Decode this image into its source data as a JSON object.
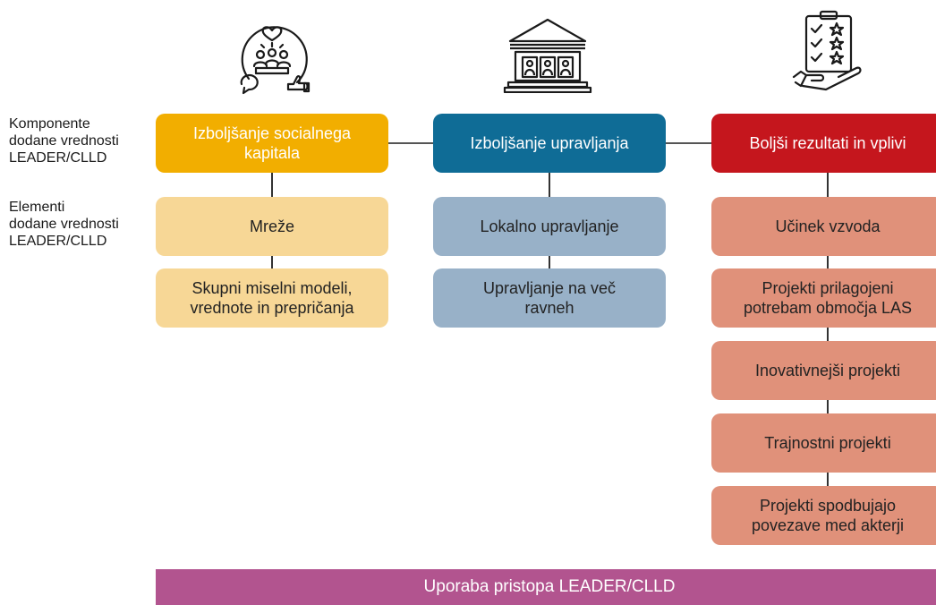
{
  "row_labels": {
    "components": "Komponente\ndodane vrednosti\nLEADER/CLLD",
    "elements": "Elementi\ndodane vrednosti\nLEADER/CLLD"
  },
  "columns": [
    {
      "header": "Izboljšanje socialnega\nkapitala",
      "color": "#f2ae00",
      "element_color": "#f7d796",
      "icon": "social-community-icon",
      "elements": [
        "Mreže",
        "Skupni miselni modeli,\nvrednote in prepričanja"
      ]
    },
    {
      "header": "Izboljšanje upravljanja",
      "color": "#0f6c96",
      "element_color": "#98b1c8",
      "icon": "government-building-icon",
      "elements": [
        "Lokalno upravljanje",
        "Upravljanje na več\nravneh"
      ]
    },
    {
      "header": "Boljši rezultati in vplivi",
      "color": "#c5161d",
      "element_color": "#e0917a",
      "icon": "checklist-stars-icon",
      "elements": [
        "Učinek vzvoda",
        "Projekti prilagojeni\npotrebam območja LAS",
        "Inovativnejši projekti",
        "Trajnostni projekti",
        "Projekti spodbujajo\npovezave med akterji"
      ]
    }
  ],
  "footer": "Uporaba pristopa LEADER/CLLD"
}
